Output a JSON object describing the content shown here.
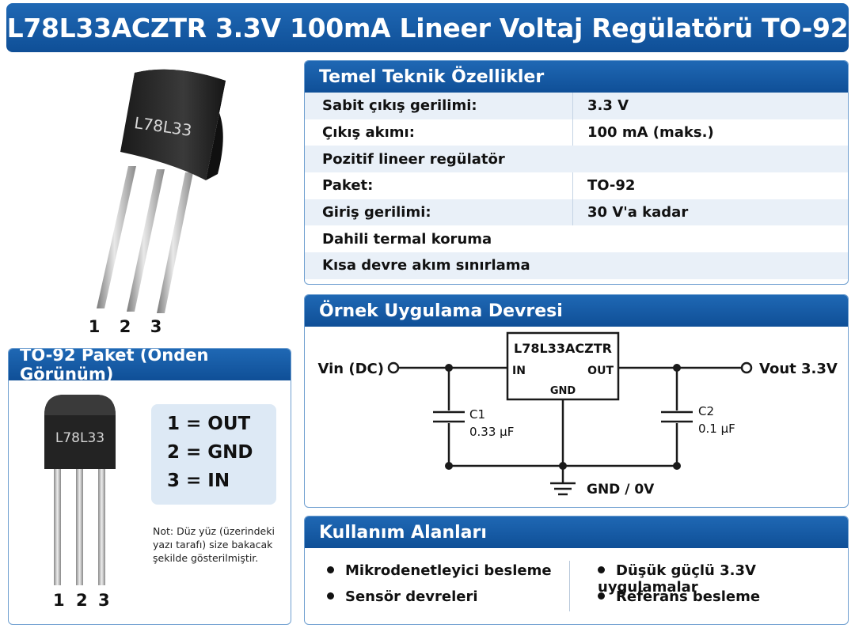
{
  "title": "L78L33ACZTR 3.3V 100mA Lineer Voltaj Regülatörü TO-92",
  "photo": {
    "marking": "L78L33",
    "pin_labels": [
      "1",
      "2",
      "3"
    ]
  },
  "specs": {
    "title": "Temel Teknik Özellikler",
    "rows": [
      {
        "key": "Sabit çıkış gerilimi:",
        "value": "3.3 V"
      },
      {
        "key": "Çıkış akımı:",
        "value": "100 mA (maks.)"
      },
      {
        "key": "Pozitif lineer regülatör",
        "value": ""
      },
      {
        "key": "Paket:",
        "value": "TO-92"
      },
      {
        "key": "Giriş gerilimi:",
        "value": "30 V'a kadar"
      },
      {
        "key": "Dahili termal koruma",
        "value": ""
      },
      {
        "key": "Kısa devre akım sınırlama",
        "value": ""
      }
    ]
  },
  "package": {
    "title": "TO-92 Paket (Önden Görünüm)",
    "marking": "L78L33",
    "pins": [
      "1 = OUT",
      "2 = GND",
      "3 = IN"
    ],
    "pin_labels": [
      "1",
      "2",
      "3"
    ],
    "note": "Not: Düz yüz (üzerindeki yazı tarafı) size bakacak şekilde gösterilmiştir."
  },
  "circuit": {
    "title": "Örnek Uygulama Devresi",
    "ic_name": "L78L33ACZTR",
    "ic_in": "IN",
    "ic_out": "OUT",
    "ic_gnd": "GND",
    "vin": "Vin (DC)",
    "vout": "Vout 3.3V",
    "c1_name": "C1",
    "c1_value": "0.33 µF",
    "c2_name": "C2",
    "c2_value": "0.1 µF",
    "gnd": "GND / 0V"
  },
  "usage": {
    "title": "Kullanım Alanları",
    "left": [
      "Mikrodenetleyici besleme",
      "Sensör devreleri"
    ],
    "right": [
      "Düşük güçlü 3.3V uygulamalar",
      "Referans besleme"
    ]
  },
  "colors": {
    "header_blue": "#1565b0",
    "panel_border": "#6f9fd0",
    "row_tint": "#e9f0f8",
    "pin_box": "#dde9f5"
  }
}
